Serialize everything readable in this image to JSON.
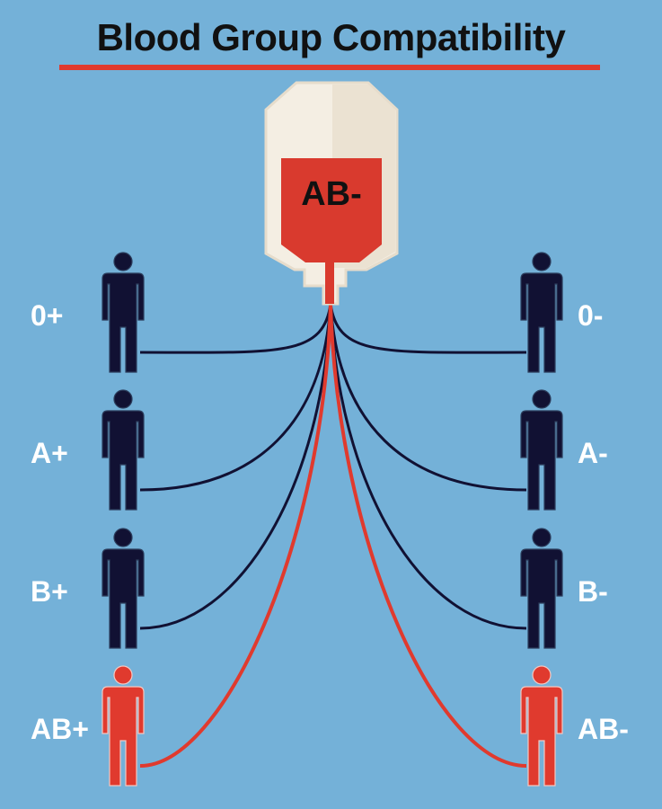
{
  "title": "Blood Group Compatibility",
  "donor": {
    "group": "AB-"
  },
  "colors": {
    "background": "#74b1d8",
    "compatible": "#e03a2e",
    "incompatible": "#111133",
    "bag_outline": "#f1e9dc",
    "bag_fill": "#d93a2e"
  },
  "recipients": [
    {
      "group": "0+",
      "side": "left",
      "compatible": false
    },
    {
      "group": "A+",
      "side": "left",
      "compatible": false
    },
    {
      "group": "B+",
      "side": "left",
      "compatible": false
    },
    {
      "group": "AB+",
      "side": "left",
      "compatible": true
    },
    {
      "group": "0-",
      "side": "right",
      "compatible": false
    },
    {
      "group": "A-",
      "side": "right",
      "compatible": false
    },
    {
      "group": "B-",
      "side": "right",
      "compatible": false
    },
    {
      "group": "AB-",
      "side": "right",
      "compatible": true
    }
  ]
}
